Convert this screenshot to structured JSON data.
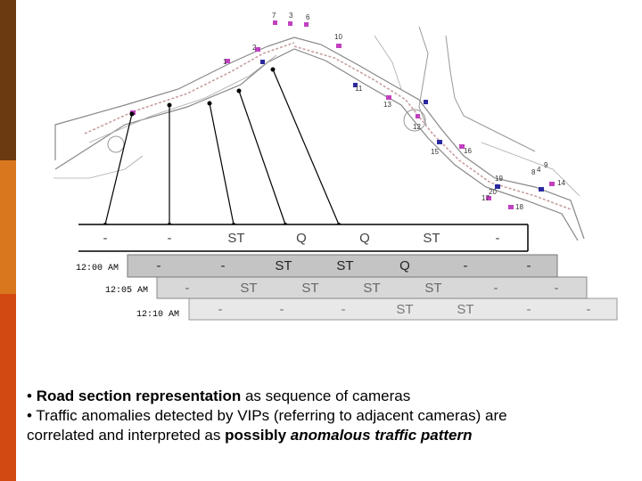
{
  "accent_bar_colors": [
    "#6b3a10",
    "#d9771f",
    "#d24a12"
  ],
  "camera_numbers": [
    "1",
    "2",
    "3",
    "4",
    "6",
    "7",
    "8",
    "9",
    "10",
    "11",
    "12",
    "13",
    "14",
    "15",
    "16",
    "17",
    "18",
    "19",
    "20"
  ],
  "timeline": {
    "rows": [
      {
        "time": "12:00 AM",
        "cells": [
          "-",
          "-",
          "ST",
          "Q",
          "Q",
          "ST",
          "-"
        ]
      },
      {
        "time": "12:05 AM",
        "cells": [
          "-",
          "-",
          "ST",
          "ST",
          "Q",
          "-",
          "-"
        ]
      },
      {
        "time": "12:10 AM",
        "cells": [
          "-",
          "ST",
          "ST",
          "ST",
          "ST",
          "-",
          "-"
        ]
      },
      {
        "time": "",
        "cells": [
          "-",
          "-",
          "-",
          "ST",
          "ST",
          "-",
          "-"
        ]
      }
    ]
  },
  "bullets": [
    {
      "bullet": "•",
      "strong": "Road section representation",
      "rest": " as sequence of cameras"
    },
    {
      "bullet": "•",
      "text": "Traffic anomalies detected by VIPs (referring to adjacent cameras) are"
    },
    {
      "pre": "correlated and interpreted as ",
      "strong": "possibly ",
      "em": "anomalous traffic pattern"
    }
  ]
}
